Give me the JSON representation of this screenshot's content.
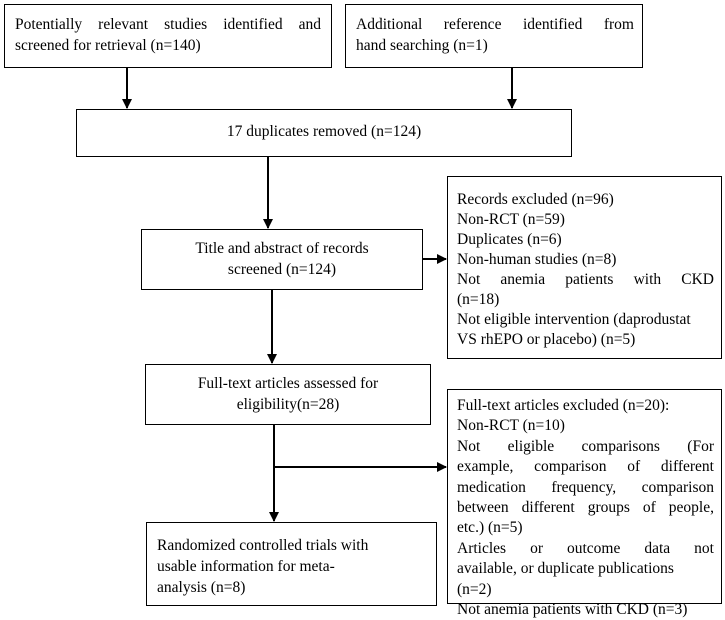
{
  "boxes": {
    "identified": {
      "lines": [
        "Potentially relevant studies identified and",
        "screened for retrieval (n=140)"
      ]
    },
    "additional": {
      "lines": [
        "Additional reference identified from",
        "hand searching (n=1)"
      ]
    },
    "duplicates": {
      "lines": [
        "17 duplicates removed (n=124)"
      ]
    },
    "screened": {
      "lines": [
        "Title and abstract of records",
        "screened (n=124)"
      ]
    },
    "records_excluded": {
      "lines": [
        "Records excluded (n=96)",
        "Non-RCT (n=59)",
        "Duplicates (n=6)",
        "Non-human studies (n=8)",
        "Not anemia patients with CKD",
        "(n=18)",
        "Not eligible intervention (daprodustat",
        "VS rhEPO or placebo) (n=5)"
      ]
    },
    "fulltext": {
      "lines": [
        "Full-text articles assessed for",
        "eligibility(n=28)"
      ]
    },
    "fulltext_excluded": {
      "lines": [
        "Full-text articles excluded (n=20):",
        "Non-RCT (n=10)",
        "Not eligible comparisons (For",
        "example, comparison of different",
        "medication frequency, comparison",
        "between different groups of people,",
        "etc.) (n=5)",
        "Articles or outcome data not",
        "available, or duplicate publications",
        "(n=2)",
        "Not anemia patients with CKD (n=3)"
      ]
    },
    "included": {
      "lines": [
        "Randomized controlled trials with",
        "usable information for meta-",
        "analysis (n=8)"
      ]
    }
  }
}
